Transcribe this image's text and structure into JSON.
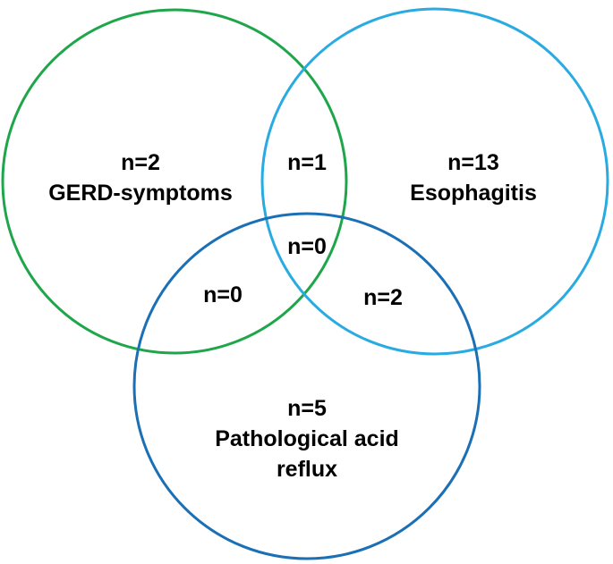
{
  "sets": [
    {
      "name": "GERD-symptoms",
      "count": "n=2",
      "color": "#1fa64a"
    },
    {
      "name": "Esophagitis",
      "count": "n=13",
      "color": "#29abe2"
    },
    {
      "name": "Pathological acid reflux",
      "name_lines": [
        "Pathological acid",
        "reflux"
      ],
      "count": "n=5",
      "color": "#1a6fb5"
    }
  ],
  "intersections": {
    "gerd_esophagitis": "n=1",
    "all_three": "n=0",
    "gerd_reflux": "n=0",
    "esophagitis_reflux": "n=2"
  }
}
